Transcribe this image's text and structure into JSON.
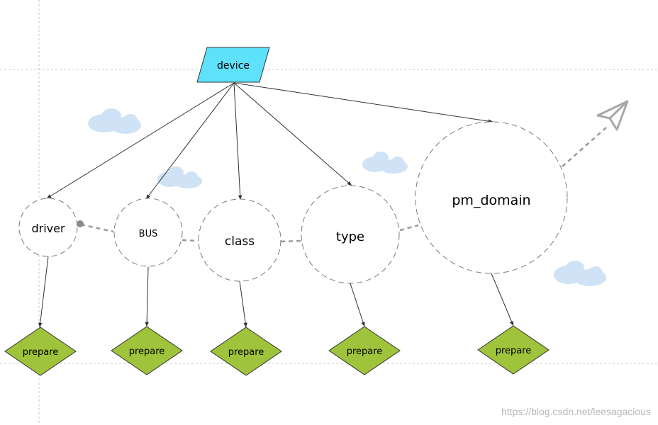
{
  "nodes": {
    "device": "device",
    "driver": "driver",
    "bus": "BUS",
    "class": "class",
    "type": "type",
    "pm_domain": "pm_domain"
  },
  "prepare_labels": [
    "prepare",
    "prepare",
    "prepare",
    "prepare",
    "prepare"
  ],
  "watermark": "https://blog.csdn.net/leesagacious",
  "colors": {
    "device_fill": "#5ee1fb",
    "prepare_fill": "#9fc33a",
    "guide_line": "#c8c8c8",
    "cloud_fill": "#cfe2f6",
    "dashed_link": "#9a9a9a"
  }
}
